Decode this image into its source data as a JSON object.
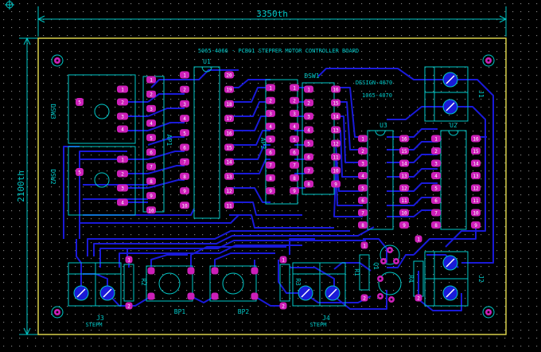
{
  "colors": {
    "background": "#000000",
    "grid": "#7a7a7a",
    "board_outline": "#d8d04a",
    "trace": "#1a1ad8",
    "pad": "#cc1fb8",
    "silkscreen": "#00c8c8",
    "dimension": "#00c8c8",
    "drill": "#ffffff"
  },
  "dimensions": {
    "width_label": "3350th",
    "height_label": "2100th"
  },
  "board": {
    "top_text": "5065-4066 · PCB01 STEPPER MOTOR CONTROLLER BOARD",
    "right_note_1": "DESIGN-4070",
    "right_note_2": "1065-4070"
  },
  "components": {
    "dsw3": "DSW3",
    "dsw2": "DSW2",
    "ap1": "AP1",
    "u1": "U1",
    "ap2": "AP2",
    "dsw1": "DSW1",
    "u3": "U3",
    "u2": "U2",
    "j1": "J1",
    "j2": "J2",
    "j3": "J3",
    "j4": "J4",
    "r1": "R1",
    "r2": "R2",
    "r3": "R3",
    "r4": "R4",
    "q1": "Q1",
    "bp1": "BP1",
    "bp2": "BP2",
    "j3_note": "STEPM",
    "j4_note": "STEPM"
  }
}
